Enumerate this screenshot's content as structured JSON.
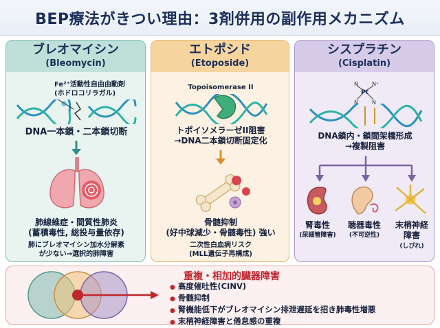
{
  "title": "BEP療法がきつい理由：3剤併用の副作用メカニズム",
  "bleomycin": {
    "name_jp": "ブレオマイシン",
    "name_en": "(Bleomycin)",
    "activator_line1": "Fe²⁺活動性自由由動剤",
    "activator_line2": "(ホドロコリラガル)",
    "mechanism": "DNA一本鎖・二本鎖切断",
    "toxicity_line1": "肺線維症・間質性肺炎",
    "toxicity_line2": "(蓄積毒性, 総投与量依存)",
    "note_line1": "肺にブレオマイシン加水分解素",
    "note_line2": "が少ない→選択的肺障害"
  },
  "etoposide": {
    "name_jp": "エトポシド",
    "name_en": "(Etoposide)",
    "enzyme": "Topoisomerase II",
    "mechanism_line1": "トポイソメラーゼII阻害",
    "mechanism_line2": "→DNA二本鎖切断固定化",
    "toxicity_line1": "骨髄抑制",
    "toxicity_line2": "(好中球減少・骨髄毒性) 強い",
    "note_line1": "二次性白血病リスク",
    "note_line2": "(MLL遺伝子再構成)"
  },
  "cisplatin": {
    "name_jp": "シスプラチン",
    "name_en": "(Cisplatin)",
    "mechanism_line1": "DNA鎖内・鎖間架橋形成",
    "mechanism_line2": "→複製阻害",
    "tox_kidney": "腎毒性",
    "tox_kidney_sub": "(尿細管障害)",
    "tox_ear": "聴器毒性",
    "tox_ear_sub": "(不可逆性)",
    "tox_nerve_line1": "末梢神経",
    "tox_nerve_line2": "障害",
    "tox_nerve_sub": "(しびれ)",
    "mol_n1": "N",
    "mol_n2": "N⁺",
    "mol_pt": "Pt",
    "mol_n3": "N",
    "mol_n4": "N"
  },
  "overlap": {
    "title": "重複・相加的臓器障害",
    "items": [
      "高度催吐性(CINV)",
      "骨髄抑制",
      "腎機能低下がブレオマイシン排泄遅延を招き肺毒性増悪",
      "末梢神経障害と倦怠感の重複"
    ]
  },
  "colors": {
    "bleomycin": "#7fbcb0",
    "etoposide": "#e4b36e",
    "cisplatin": "#a996c9",
    "alert": "#c0262d"
  }
}
